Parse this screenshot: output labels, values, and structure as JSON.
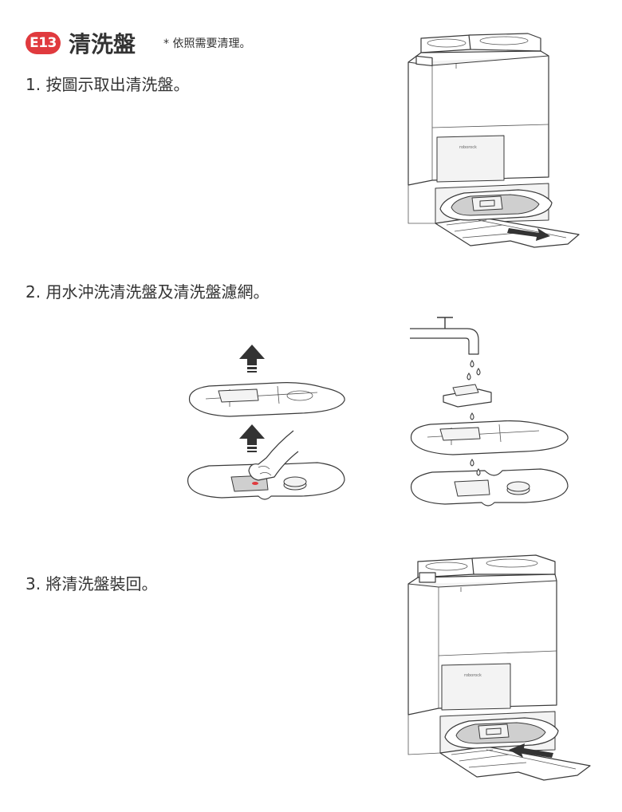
{
  "header": {
    "badge": "E13",
    "title": "清洗盤",
    "note": "* 依照需要清理。"
  },
  "steps": [
    {
      "text": "1. 按圖示取出清洗盤。"
    },
    {
      "text": "2. 用水沖洗清洗盤及清洗盤濾網。"
    },
    {
      "text": "3. 將清洗盤裝回。"
    }
  ],
  "illustrations": {
    "brand_label": "roborock",
    "arrow_color": "#333333",
    "accent_color": "#e03a3e"
  }
}
